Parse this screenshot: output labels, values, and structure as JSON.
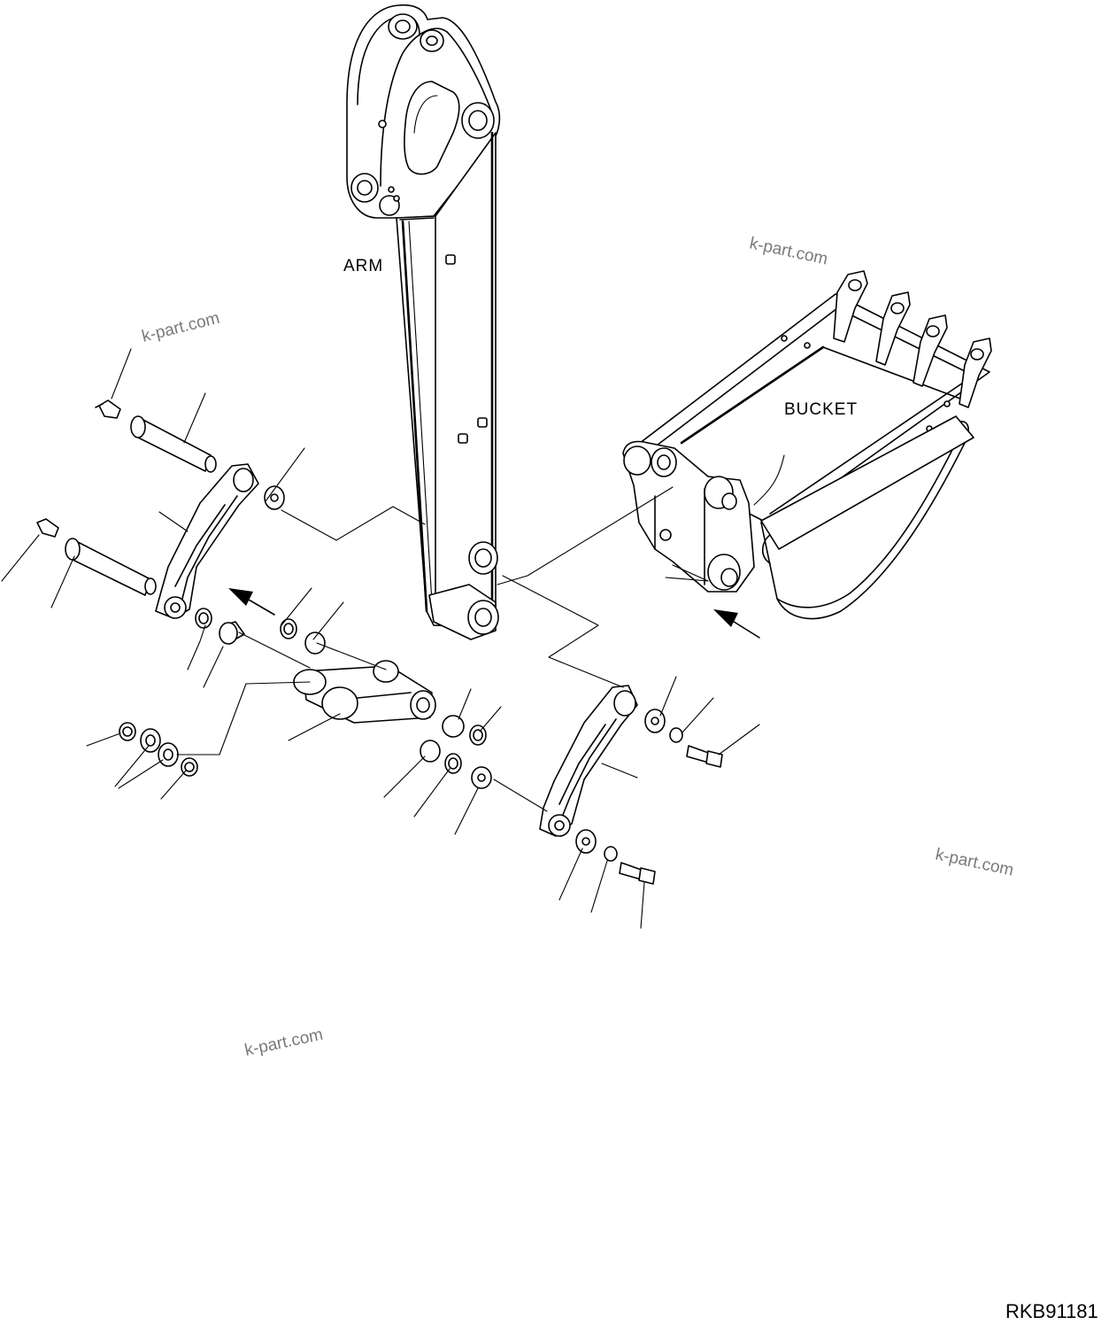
{
  "labels": {
    "arm": "ARM",
    "bucket": "BUCKET"
  },
  "watermarks": [
    "k-part.com",
    "k-part.com",
    "k-part.com",
    "k-part.com"
  ],
  "drawing_code": "RKB91181"
}
